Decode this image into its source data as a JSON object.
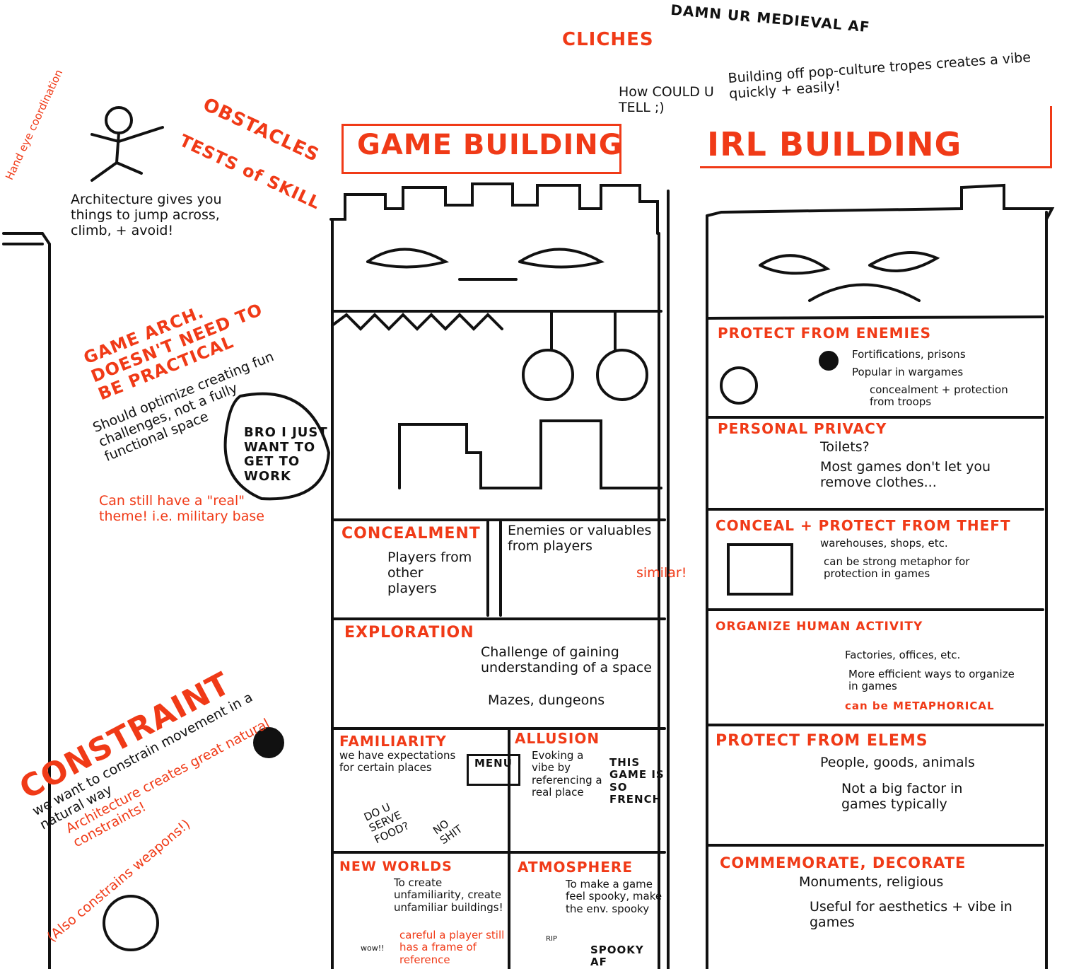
{
  "colors": {
    "accent": "#f03a17",
    "ink": "#111111"
  },
  "top": {
    "cliches": "CLICHES",
    "medieval": "DAMN UR MEDIEVAL AF",
    "how_tell": "How COULD U TELL ;)",
    "popculture": "Building off pop-culture tropes creates a vibe quickly + easily!"
  },
  "game_building": {
    "title": "GAME BUILDING",
    "sections": [
      {
        "title": "CONCEALMENT",
        "text": "Players from other players"
      },
      {
        "title": "",
        "text": "Enemies or valuables from players"
      },
      {
        "title": "EXPLORATION",
        "text": "Challenge of gaining understanding of a space",
        "sub": "Mazes, dungeons"
      },
      {
        "title": "FAMILIARITY",
        "text": "we have expectations for certain places",
        "bubble1": "DO U SERVE FOOD?",
        "bubble2": "NO SHIT",
        "menu": "MENU"
      },
      {
        "title": "ALLUSION",
        "text": "Evoking a vibe by referencing a real place",
        "bubble": "THIS GAME IS SO FRENCH"
      },
      {
        "title": "NEW WORLDS",
        "text": "To create unfamiliarity, create unfamiliar buildings!",
        "note": "careful a player still has a frame of reference",
        "wow": "wow!!"
      },
      {
        "title": "ATMOSPHERE",
        "text": "To make a game feel spooky, make the env. spooky",
        "note": "SPOOKY AF",
        "rip": "RIP"
      }
    ],
    "similar": "similar!"
  },
  "irl_building": {
    "title": "IRL BUILDING",
    "sections": [
      {
        "title": "PROTECT FROM ENEMIES",
        "items": [
          "Fortifications, prisons",
          "Popular in wargames",
          "concealment + protection from troops"
        ]
      },
      {
        "title": "PERSONAL PRIVACY",
        "items": [
          "Toilets?",
          "Most games don't let you remove clothes..."
        ]
      },
      {
        "title": "CONCEAL + PROTECT FROM THEFT",
        "items": [
          "warehouses, shops, etc.",
          "can be strong metaphor for protection in games"
        ]
      },
      {
        "title": "ORGANIZE HUMAN ACTIVITY",
        "items": [
          "Factories, offices, etc.",
          "More efficient ways to organize in games"
        ],
        "note": "can be METAPHORICAL"
      },
      {
        "title": "PROTECT FROM ELEMS",
        "items": [
          "People, goods, animals",
          "Not a big factor in games typically"
        ]
      },
      {
        "title": "COMMEMORATE, DECORATE",
        "items": [
          "Monuments, religious",
          "Useful for aesthetics + vibe in games"
        ]
      }
    ]
  },
  "left": {
    "hand_eye": "Hand eye coordination",
    "obstacles": "OBSTACLES",
    "tests": "TESTS of SKILL",
    "architecture": "Architecture gives you things to jump across, climb, + avoid!",
    "game_arch": "GAME ARCH. DOESN'T NEED TO BE PRACTICAL",
    "optimize": "Should optimize creating fun challenges, not a fully functional space",
    "bro": "BRO I JUST WANT TO GET TO WORK",
    "real_theme": "Can still have a \"real\" theme! i.e. military base",
    "constraint": "CONSTRAINT",
    "constrain_text": "we want to constrain movement in a natural way",
    "arch_constraints": "Architecture creates great natural constraints!",
    "weapons": "(Also constrains weapons!)"
  }
}
